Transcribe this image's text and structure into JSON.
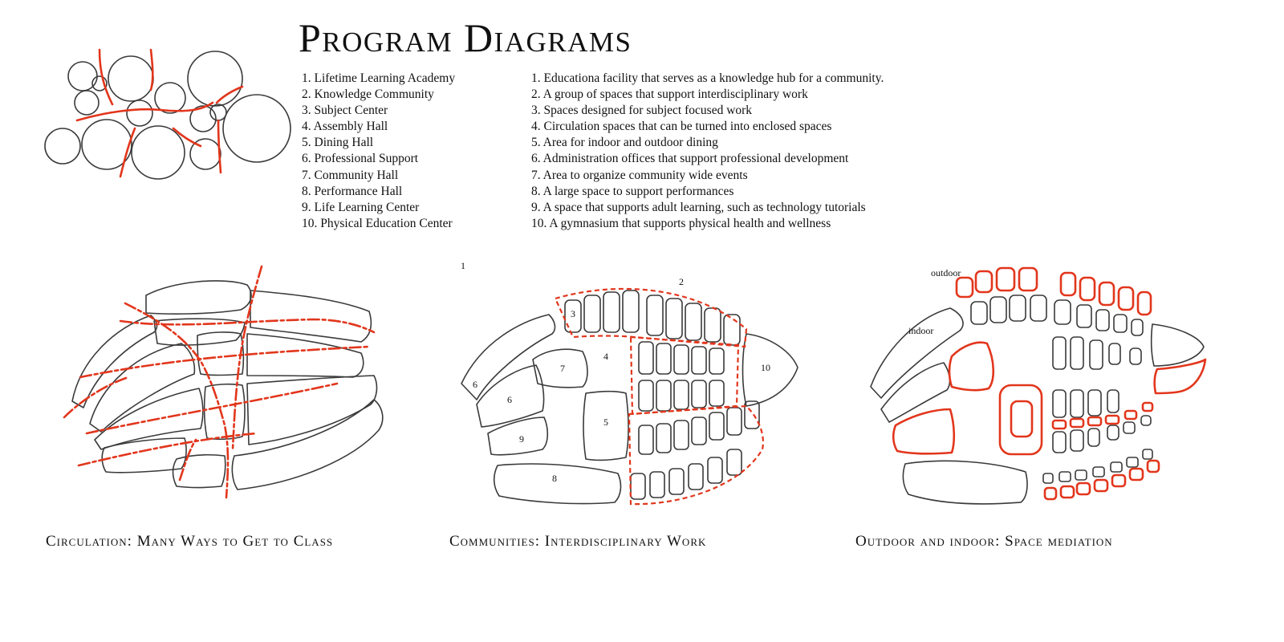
{
  "title": "Program Diagrams",
  "program_names": [
    "1. Lifetime Learning Academy",
    "2. Knowledge Community",
    "3. Subject Center",
    "4. Assembly Hall",
    "5. Dining Hall",
    "6. Professional Support",
    "7. Community Hall",
    "8. Performance Hall",
    "9. Life Learning Center",
    "10. Physical Education Center"
  ],
  "program_descriptions": [
    "1. Educationa facility that serves as a knowledge hub for a community.",
    "2. A group of spaces that support interdisciplinary work",
    "3. Spaces designed for subject focused work",
    "4. Circulation spaces that can be turned into enclosed spaces",
    "5. Area for indoor and outdoor dining",
    "6. Administration offices that support professional development",
    "7. Area to organize community wide events",
    "8. A large space to support performances",
    "9. A space that supports adult learning, such as technology tutorials",
    "10. A gymnasium that supports physical health and wellness"
  ],
  "captions": {
    "circulation": "Circulation: Many Ways to Get to Class",
    "communities": "Communities: Interdisciplinary Work",
    "outdoor_indoor": "Outdoor and indoor: Space mediation"
  },
  "diagram_labels": {
    "n1": "1",
    "n2": "2",
    "n3": "3",
    "n4": "4",
    "n5": "5",
    "n6a": "6",
    "n6b": "6",
    "n7": "7",
    "n8": "8",
    "n9": "9",
    "n10": "10",
    "outdoor": "outdoor",
    "indoor": "indoor"
  },
  "colors": {
    "ink": "#3a3a3a",
    "accent_red": "#e2361c",
    "background": "#ffffff"
  }
}
